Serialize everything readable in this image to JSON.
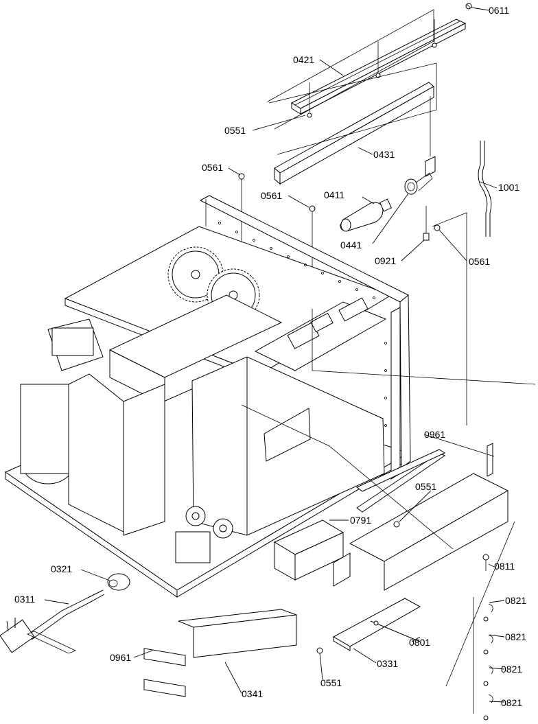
{
  "labels": {
    "l0611": "0611",
    "l0421": "0421",
    "l0551a": "0551",
    "l0431": "0431",
    "l0561a": "0561",
    "l0561b": "0561",
    "l0411": "0411",
    "l1001": "1001",
    "l0441": "0441",
    "l0921": "0921",
    "l0561c": "0561",
    "l0961a": "0961",
    "l0551b": "0551",
    "l0791": "0791",
    "l0811": "0811",
    "l0321": "0321",
    "l0311": "0311",
    "l0821a": "0821",
    "l0821b": "0821",
    "l0801": "0801",
    "l0821c": "0821",
    "l0961b": "0961",
    "l0331": "0331",
    "l0551c": "0551",
    "l0821d": "0821",
    "l0341": "0341"
  },
  "colors": {
    "line": "#000000",
    "background": "#ffffff"
  }
}
